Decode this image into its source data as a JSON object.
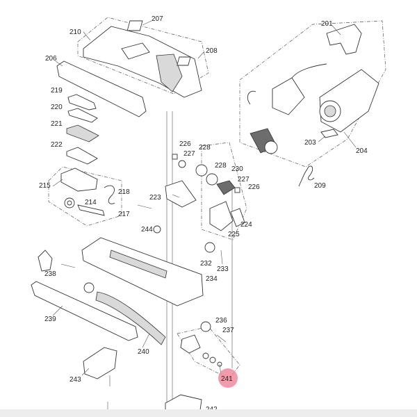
{
  "callouts": {
    "c201": "201",
    "c203": "203",
    "c204": "204",
    "c206": "206",
    "c207": "207",
    "c208": "208",
    "c209": "209",
    "c210": "210",
    "c214": "214",
    "c215": "215",
    "c217": "217",
    "c218": "218",
    "c219": "219",
    "c220": "220",
    "c221": "221",
    "c222": "222",
    "c223": "223",
    "c224": "224",
    "c225": "225",
    "c226a": "226",
    "c226b": "226",
    "c227a": "227",
    "c227b": "227",
    "c228a": "228",
    "c228b": "228",
    "c230": "230",
    "c232": "232",
    "c233": "233",
    "c234": "234",
    "c236": "236",
    "c237": "237",
    "c238": "238",
    "c239": "239",
    "c240": "240",
    "c241": "241",
    "c242": "242",
    "c243": "243",
    "c244": "244"
  },
  "highlight": {
    "part": "241",
    "color": "#f08a9c"
  },
  "footer": {
    "color": "#ededed"
  }
}
